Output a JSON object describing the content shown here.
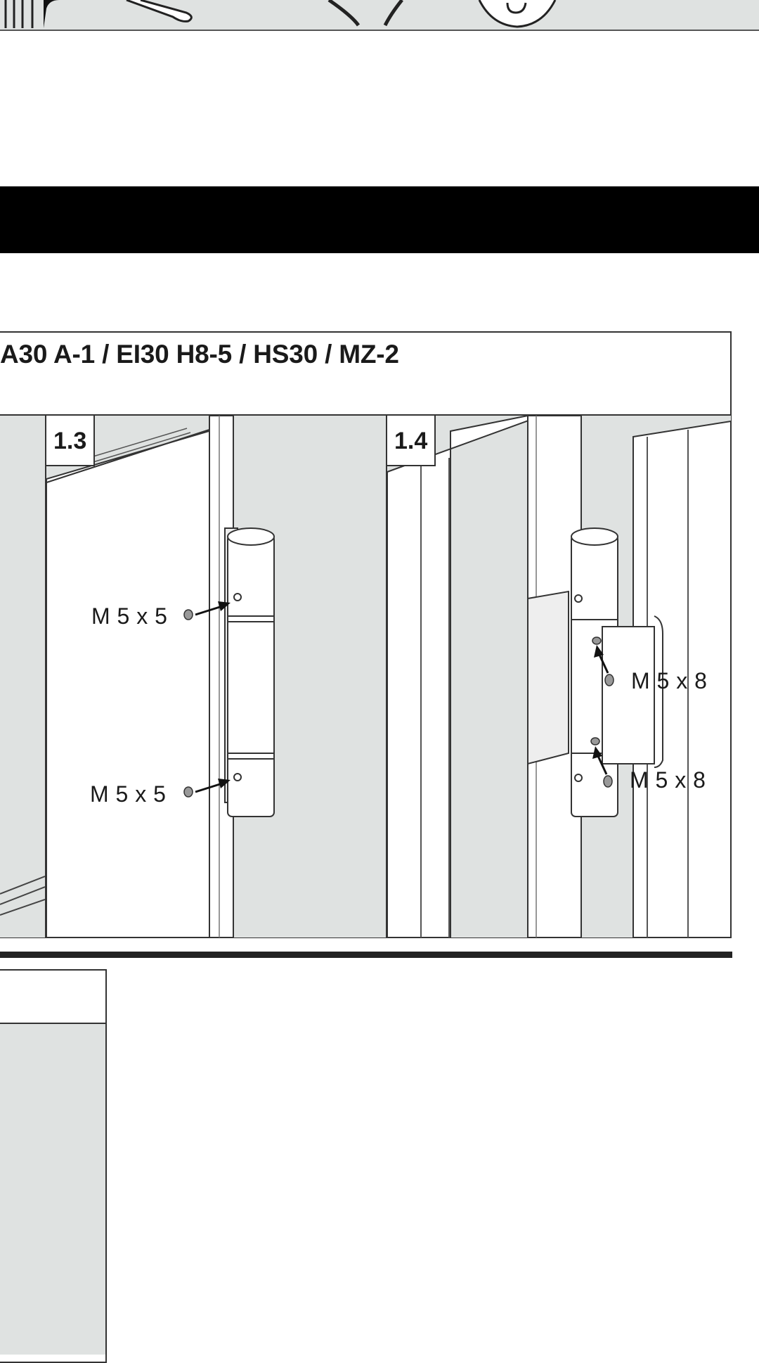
{
  "section": {
    "title": "A30 A-1 / EI30 H8-5 / HS30 / MZ-2"
  },
  "steps": [
    {
      "number": "1.3",
      "screws": [
        "M 5 x 5",
        "M 5 x 5"
      ]
    },
    {
      "number": "1.4",
      "screws": [
        "M 5 x 8",
        "M 5 x 8"
      ]
    }
  ],
  "colors": {
    "panel_gray": "#dfe2e1",
    "line": "#333333",
    "band": "#000000"
  }
}
